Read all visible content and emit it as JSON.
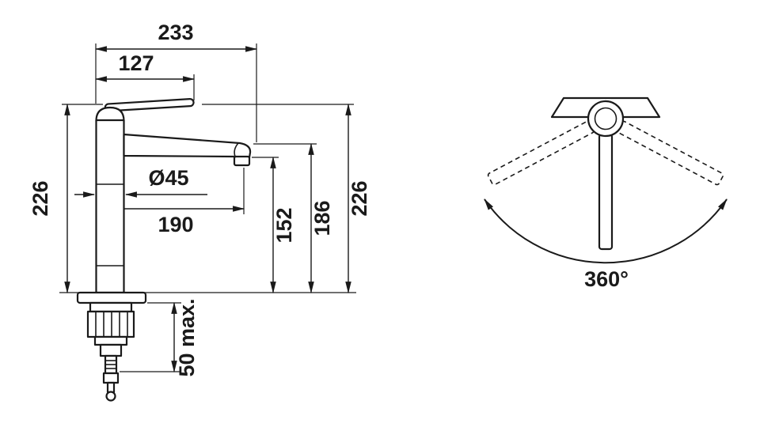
{
  "drawing": {
    "side_view": {
      "overall_length": "233",
      "handle_length": "127",
      "height_left": "226",
      "base_diameter": "Ø45",
      "spout_reach": "190",
      "spout_clearance": "152",
      "spout_top_height": "186",
      "height_right": "226",
      "mount_thickness": "50 max."
    },
    "top_view": {
      "swivel_range": "360°"
    },
    "colors": {
      "ink": "#1a1a1a",
      "background": "#ffffff"
    }
  }
}
